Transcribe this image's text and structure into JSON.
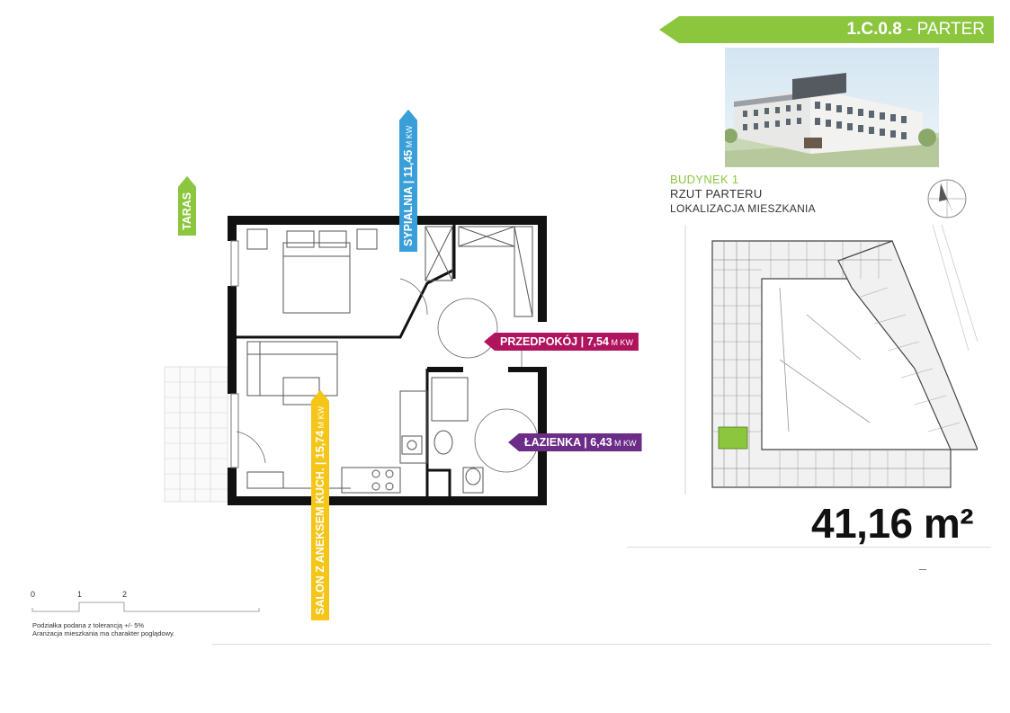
{
  "header": {
    "unit_code": "1.C.0.8",
    "separator": " - ",
    "floor": "PARTER",
    "ribbon_color": "#8cc63f"
  },
  "building": {
    "line1": "BUDYNEK 1",
    "line2": "RZUT PARTERU",
    "line3": "LOKALIZACJA MIESZKANIA"
  },
  "area": {
    "value": "41,16",
    "unit": "m²"
  },
  "rooms": {
    "taras": {
      "name": "TARAS",
      "color": "#8cc63f"
    },
    "sypialnia": {
      "name": "SYPIALNIA",
      "sep": " | ",
      "value": "11,45",
      "unit": " M KW",
      "color": "#3a9fd8"
    },
    "przedpokoj": {
      "name": "PRZEDPOKÓJ",
      "sep": " | ",
      "value": "7,54",
      "unit": " M KW",
      "color": "#b0145e"
    },
    "lazienka": {
      "name": "ŁAZIENKA",
      "sep": " | ",
      "value": "6,43",
      "unit": " M KW",
      "color": "#6b2d87"
    },
    "salon": {
      "name": "SALON  Z ANEKSEM KUCH.",
      "sep": " | ",
      "value": "15,74",
      "unit": " M KW",
      "color": "#f5c518"
    }
  },
  "scale": {
    "ticks": [
      "0",
      "1",
      "2"
    ]
  },
  "notes": {
    "line1": "Podziałka podana z tolerancją +/- 5%",
    "line2": "Aranżacja mieszkania ma charakter poglądowy."
  }
}
